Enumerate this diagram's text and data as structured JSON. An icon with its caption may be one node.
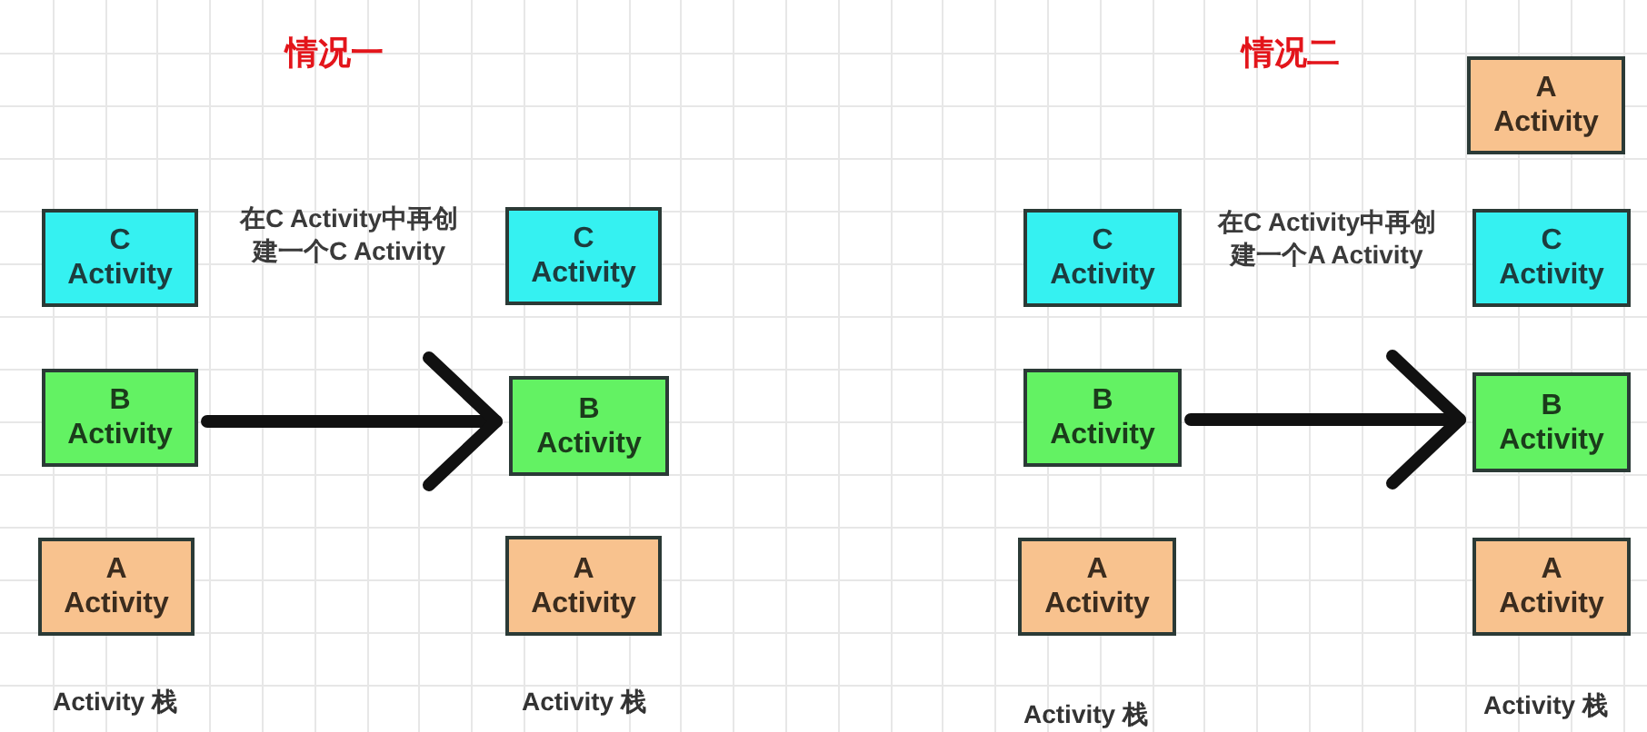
{
  "diagram": {
    "nodes": [
      {
        "text": [
          "C Activity"
        ]
      },
      {
        "text": [
          "B Activity"
        ]
      },
      {
        "text": [
          "A Activity"
        ]
      },
      {
        "text": [
          "C Activity"
        ]
      },
      {
        "text": [
          "B Activity"
        ]
      },
      {
        "text": [
          "A Activity"
        ]
      },
      {
        "text": [
          "C Activity"
        ]
      },
      {
        "text": [
          "B Activity"
        ]
      },
      {
        "text": [
          "A Activity"
        ]
      },
      {
        "text": [
          "A Activity"
        ]
      },
      {
        "text": [
          "C Activity"
        ]
      },
      {
        "text": [
          "B Activity"
        ]
      },
      {
        "text": [
          "A Activity"
        ]
      }
    ],
    "edges": [
      {
        "from": 1,
        "to": 4,
        "arrow": "to"
      },
      {
        "from": 7,
        "to": 11,
        "arrow": "to"
      }
    ],
    "labels": [
      "情况一",
      "情况二",
      "在C Activity中再创建一个C Activity",
      "在C Activity中再创建一个A Activity",
      "Activity 栈",
      "Activity 栈",
      "Activity 栈",
      "Activity 栈"
    ]
  }
}
